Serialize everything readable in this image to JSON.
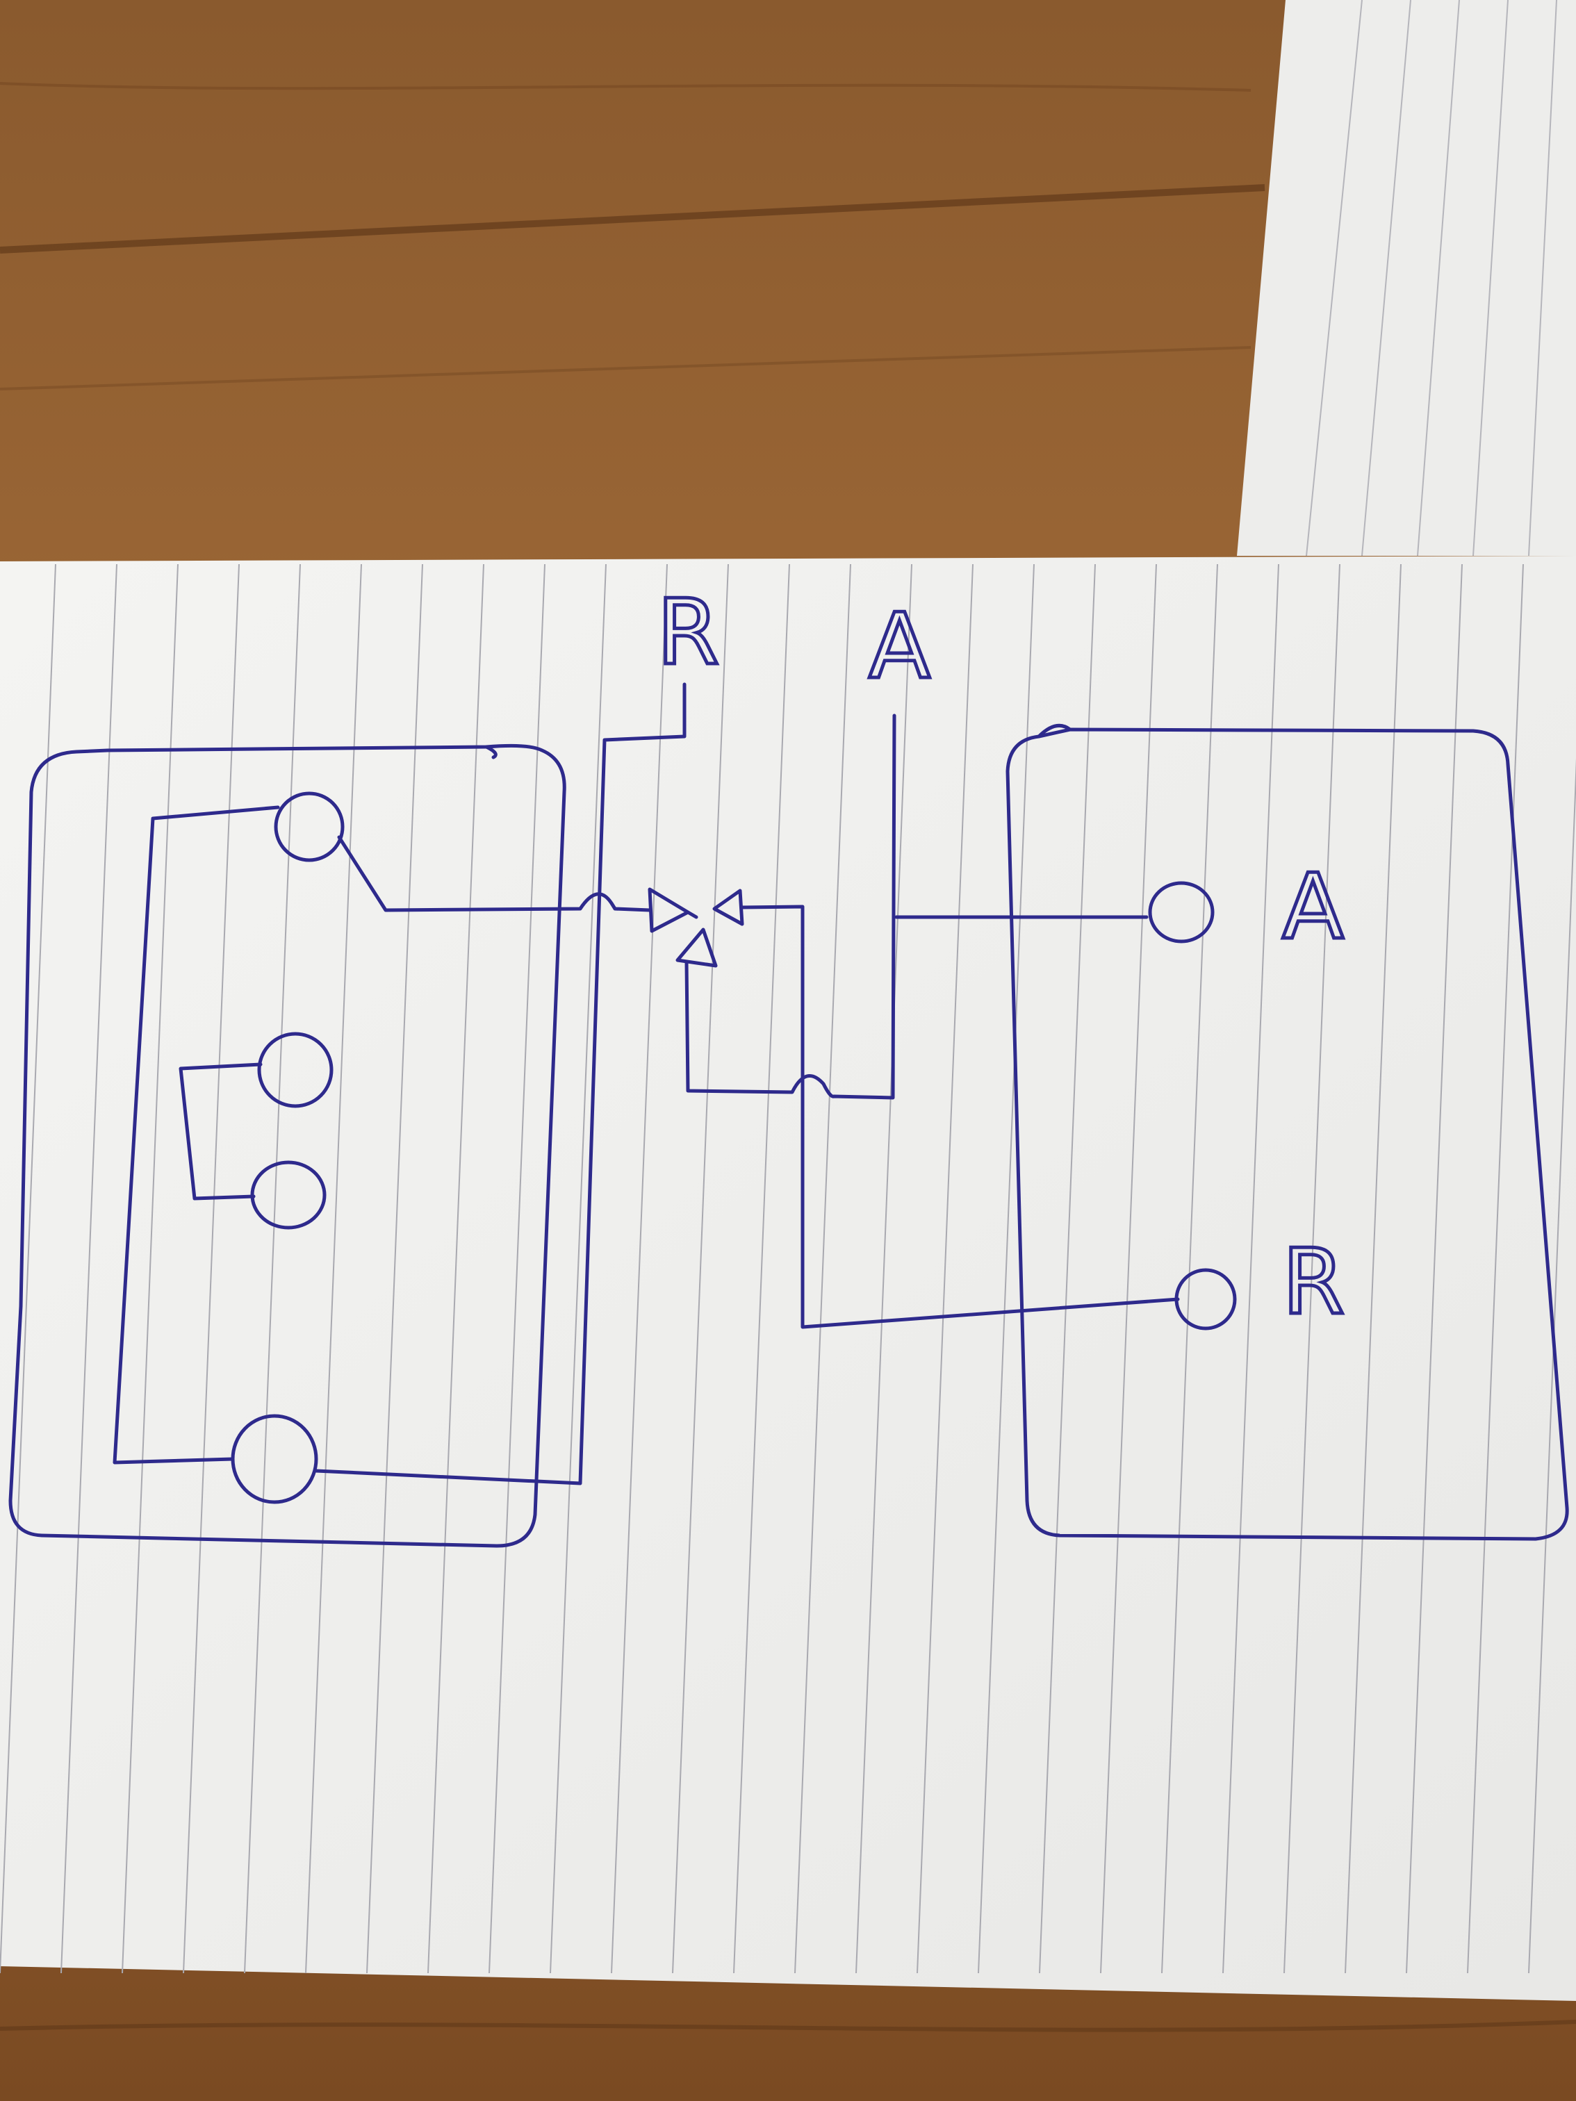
{
  "scene": {
    "description_free": true,
    "colors": {
      "ink": "#2e2a8c",
      "paper": "#f2f2f0",
      "paper_rule": "#a9a9b0",
      "wood_light": "#a06a3a",
      "wood_dark": "#6e421f"
    }
  },
  "labels": {
    "top_left": "R",
    "top_right": "A",
    "right_upper": "A",
    "right_lower": "R"
  },
  "icons": {
    "terminal": "circle-icon",
    "diode": "triangle-icon"
  }
}
